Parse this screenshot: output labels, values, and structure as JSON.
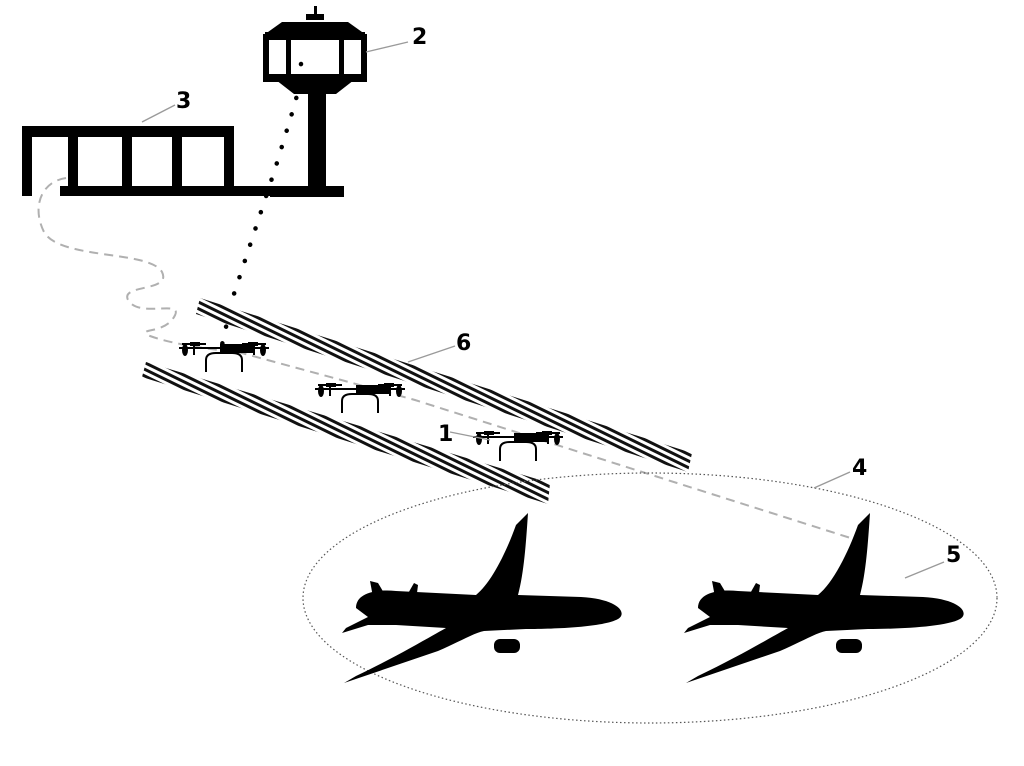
{
  "callouts": {
    "drone": "1",
    "control_tower": "2",
    "terminal": "3",
    "apron_zone": "4",
    "aircraft": "5",
    "corridor": "6"
  },
  "colors": {
    "ink": "#000000",
    "dashed_path": "#b0b0b0",
    "zone_outline": "#555555",
    "leader": "#9a9a9a"
  },
  "icons": [
    "control-tower-icon",
    "terminal-building-icon",
    "drone-icon",
    "airplane-icon"
  ]
}
